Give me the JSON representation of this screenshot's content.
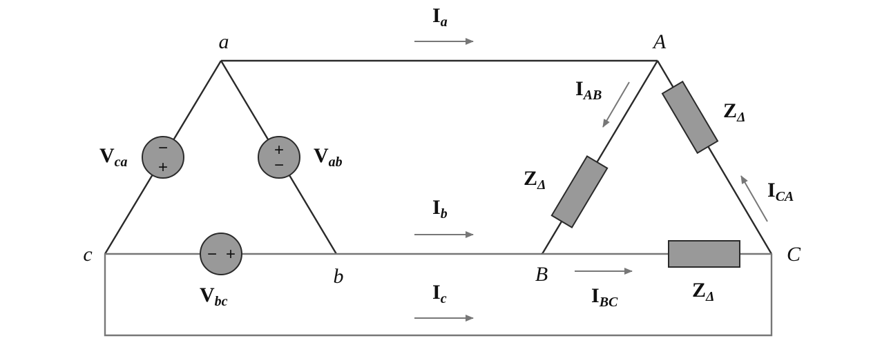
{
  "nodes": {
    "a": "a",
    "b": "b",
    "c": "c",
    "A": "A",
    "B": "B",
    "C": "C"
  },
  "sources": {
    "ca": {
      "main": "V",
      "sub": "ca",
      "top_sign": "−",
      "bottom_sign": "+"
    },
    "ab": {
      "main": "V",
      "sub": "ab",
      "top_sign": "+",
      "bottom_sign": "−"
    },
    "bc": {
      "main": "V",
      "sub": "bc",
      "left_sign": "−",
      "right_sign": "+"
    }
  },
  "line_currents": {
    "a": {
      "main": "I",
      "sub": "a"
    },
    "b": {
      "main": "I",
      "sub": "b"
    },
    "c": {
      "main": "I",
      "sub": "c"
    }
  },
  "phase_currents": {
    "AB": {
      "main": "I",
      "sub": "AB"
    },
    "CA": {
      "main": "I",
      "sub": "CA"
    },
    "BC": {
      "main": "I",
      "sub": "BC"
    }
  },
  "impedances": {
    "AB": {
      "main": "Z",
      "sub": "Δ"
    },
    "CA": {
      "main": "Z",
      "sub": "Δ"
    },
    "BC": {
      "main": "Z",
      "sub": "Δ"
    }
  }
}
